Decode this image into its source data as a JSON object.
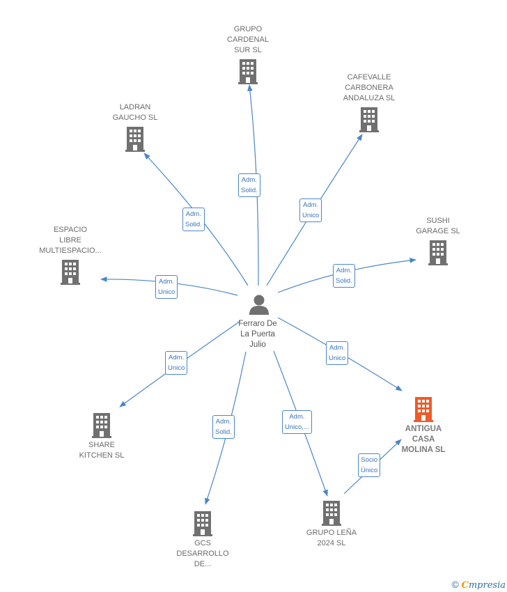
{
  "colors": {
    "edge": "#4a86c8",
    "building": "#707070",
    "highlight": "#f05a28"
  },
  "center": {
    "name": "Ferraro De\nLa Puerta\nJulio",
    "icon": "person-icon"
  },
  "companies": [
    {
      "id": "grupo-cardenal",
      "name": "GRUPO\nCARDENAL\nSUR  SL",
      "relation": "Adm.\nSolid."
    },
    {
      "id": "cafevalle",
      "name": "CAFEVALLE\nCARBONERA\nANDALUZA  SL",
      "relation": "Adm.\nUnico"
    },
    {
      "id": "ladran-gaucho",
      "name": "LADRAN\nGAUCHO  SL",
      "relation": "Adm.\nSolid."
    },
    {
      "id": "sushi-garage",
      "name": "SUSHI\nGARAGE  SL",
      "relation": "Adm.\nSolid."
    },
    {
      "id": "espacio-libre",
      "name": "ESPACIO\nLIBRE\nMULTIESPACIO...",
      "relation": "Adm.\nUnico"
    },
    {
      "id": "antigua-casa",
      "name": "ANTIGUA\nCASA\nMOLINA  SL",
      "relation": "Adm.\nUnico",
      "highlight": true
    },
    {
      "id": "share-kitchen",
      "name": "SHARE\nKITCHEN  SL",
      "relation": "Adm.\nUnico"
    },
    {
      "id": "gcs-desarrollo",
      "name": "GCS\nDESARROLLO\nDE...",
      "relation": "Adm.\nSolid."
    },
    {
      "id": "grupo-lena",
      "name": "GRUPO LEÑA\n2024  SL",
      "relation": "Adm.\nUnico,..."
    }
  ],
  "extra_edge": {
    "from": "grupo-lena",
    "to": "antigua-casa",
    "relation": "Socio\nÚnico"
  },
  "footer": {
    "copyright": "©",
    "brand_first": "C",
    "brand_rest": "mpresia"
  }
}
